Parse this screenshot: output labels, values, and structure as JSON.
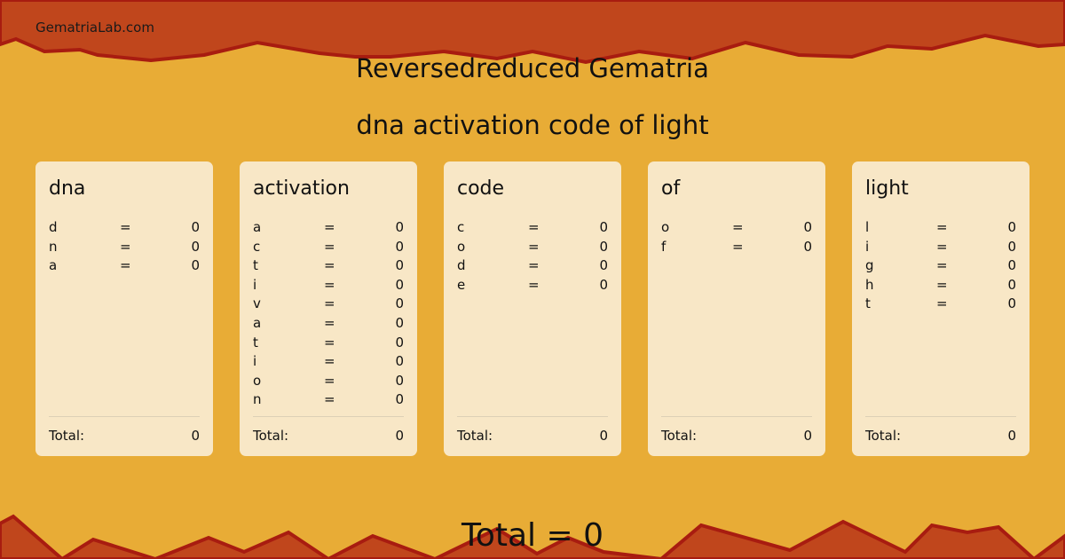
{
  "site": "GematriaLab.com",
  "title": "Reversedreduced Gematria",
  "phrase": "dna activation code of light",
  "cards": [
    {
      "word": "dna",
      "letters": [
        {
          "l": "d",
          "v": "0"
        },
        {
          "l": "n",
          "v": "0"
        },
        {
          "l": "a",
          "v": "0"
        }
      ],
      "total_label": "Total:",
      "total": "0"
    },
    {
      "word": "activation",
      "letters": [
        {
          "l": "a",
          "v": "0"
        },
        {
          "l": "c",
          "v": "0"
        },
        {
          "l": "t",
          "v": "0"
        },
        {
          "l": "i",
          "v": "0"
        },
        {
          "l": "v",
          "v": "0"
        },
        {
          "l": "a",
          "v": "0"
        },
        {
          "l": "t",
          "v": "0"
        },
        {
          "l": "i",
          "v": "0"
        },
        {
          "l": "o",
          "v": "0"
        },
        {
          "l": "n",
          "v": "0"
        }
      ],
      "total_label": "Total:",
      "total": "0"
    },
    {
      "word": "code",
      "letters": [
        {
          "l": "c",
          "v": "0"
        },
        {
          "l": "o",
          "v": "0"
        },
        {
          "l": "d",
          "v": "0"
        },
        {
          "l": "e",
          "v": "0"
        }
      ],
      "total_label": "Total:",
      "total": "0"
    },
    {
      "word": "of",
      "letters": [
        {
          "l": "o",
          "v": "0"
        },
        {
          "l": "f",
          "v": "0"
        }
      ],
      "total_label": "Total:",
      "total": "0"
    },
    {
      "word": "light",
      "letters": [
        {
          "l": "l",
          "v": "0"
        },
        {
          "l": "i",
          "v": "0"
        },
        {
          "l": "g",
          "v": "0"
        },
        {
          "l": "h",
          "v": "0"
        },
        {
          "l": "t",
          "v": "0"
        }
      ],
      "total_label": "Total:",
      "total": "0"
    }
  ],
  "grand_total": "Total = 0",
  "colors": {
    "gold": "#e8ac36",
    "red": "#c0461c",
    "edge": "#a81c10",
    "card": "#f8e7c6"
  }
}
